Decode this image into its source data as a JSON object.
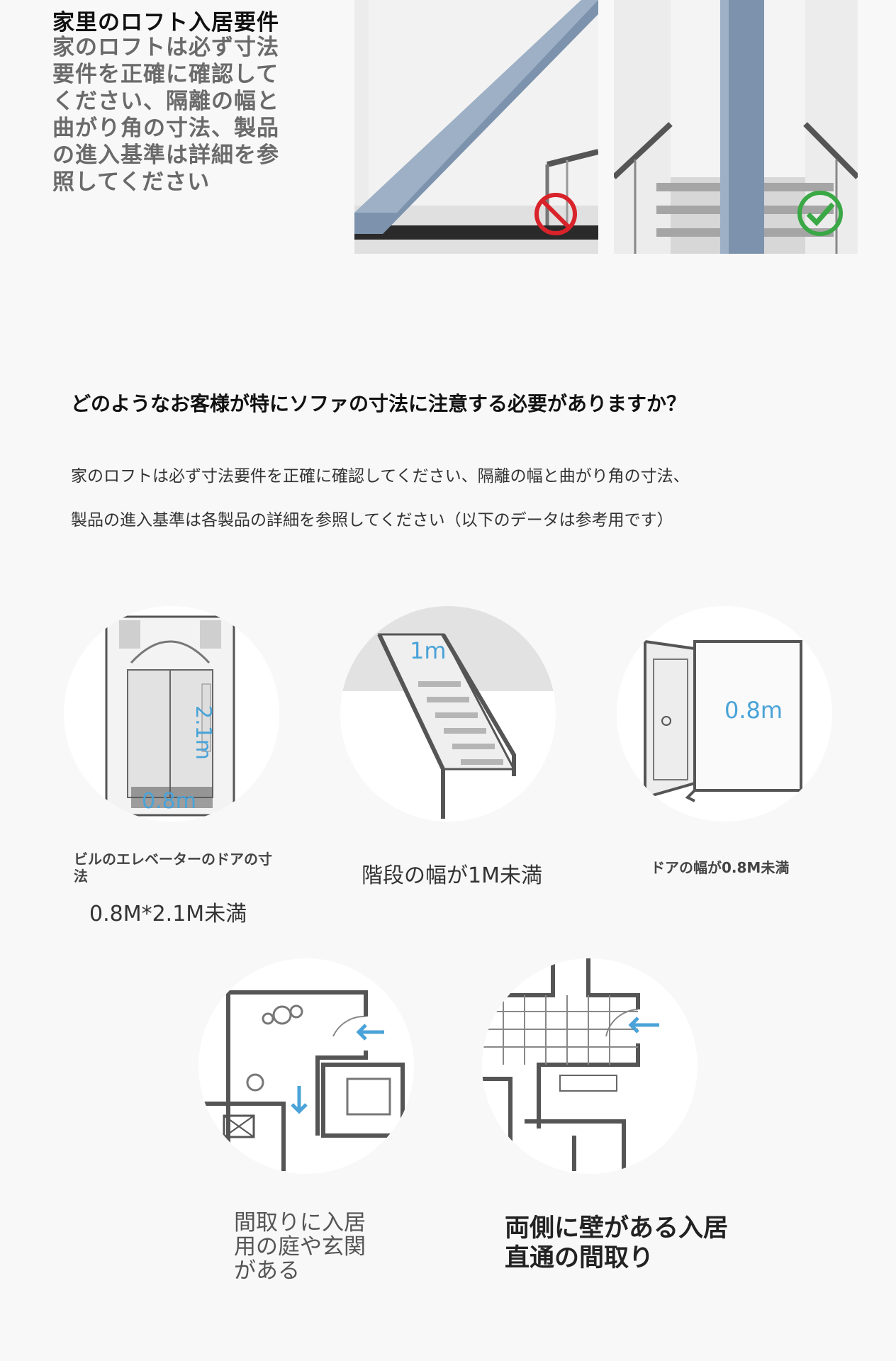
{
  "top": {
    "title": "家里のロフト入居要件",
    "body": "家のロフトは必ず寸法要件を正確に確認してください、隔離の幅と曲がり角の寸法、製品の進入基準は詳細を参照してください"
  },
  "section": {
    "title": "どのようなお客様が特にソファの寸法に注意する必要がありますか？",
    "paragraph_line1": "家のロフトは必ず寸法要件を正確に確認してください、隔離の幅と曲がり角の寸法、",
    "paragraph_line2": "製品の進入基準は各製品の詳細を参照してください（以下のデータは参考用です）"
  },
  "items": [
    {
      "caption": "ビルのエレベーターのドアの寸法",
      "caption2": "0.8M*2.1M未満",
      "label_w": "0.8m",
      "label_h": "2.1m"
    },
    {
      "caption": "階段の幅が1M未満",
      "label_w": "1m"
    },
    {
      "caption": "ドアの幅が0.8M未満",
      "label_w": "0.8m"
    },
    {
      "caption": "間取りに入居用の庭や玄関がある"
    },
    {
      "caption": "両側に壁がある入居直通の間取り"
    }
  ],
  "colors": {
    "accent_blue": "#4aa3d8",
    "no_red": "#d9232a",
    "ok_green": "#3aa845",
    "panel_blue": "#7d93ad"
  }
}
